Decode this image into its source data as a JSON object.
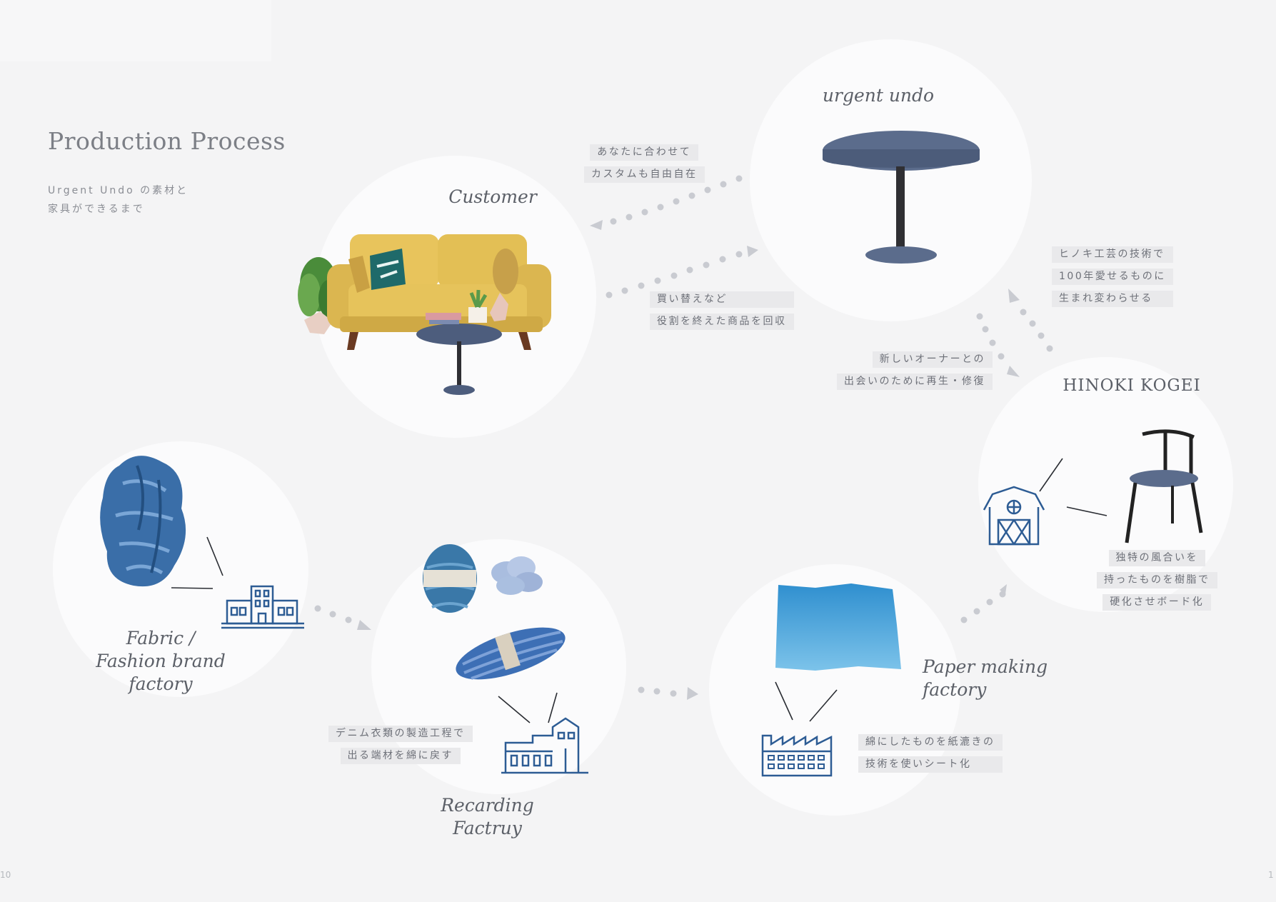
{
  "header": {
    "title": "Production Process",
    "subtitle_lines": [
      "Urgent Undo の素材と",
      "家具ができるまで"
    ]
  },
  "nodes": {
    "urgent_undo": {
      "label": "urgent undo"
    },
    "customer": {
      "label": "Customer"
    },
    "hinoki": {
      "label": "HINOKI KOGEI"
    },
    "fabric": {
      "label_lines": [
        "Fabric /",
        "Fashion brand",
        "factory"
      ]
    },
    "recarding": {
      "label_lines": [
        "Recarding",
        "Factruy"
      ]
    },
    "paper": {
      "label_lines": [
        "Paper making",
        "factory"
      ]
    }
  },
  "notes": {
    "custom": [
      "あなたに合わせて",
      "カスタムも自由自在"
    ],
    "collect": [
      "買い替えなど",
      "役割を終えた商品を回収"
    ],
    "hinoki_tech": [
      "ヒノキ工芸の技術で",
      "100年愛せるものに",
      "生まれ変わらせる"
    ],
    "new_owner": [
      "新しいオーナーとの",
      "出会いのために再生・修復"
    ],
    "board": [
      "独特の風合いを",
      "持ったものを樹脂で",
      "硬化させボード化"
    ],
    "denim": [
      "デニム衣類の製造工程で",
      "出る端材を綿に戻す"
    ],
    "paper_tech": [
      "綿にしたものを紙漉きの",
      "技術を使いシート化"
    ]
  },
  "page_numbers": {
    "left": "10",
    "right": "1"
  },
  "colors": {
    "background": "#f4f4f5",
    "circle": "#fbfbfc",
    "arrow": "#c9cbd1",
    "icon_blue": "#2d5c94",
    "tabletop": "#5b6c8c",
    "sofa": "#e3c25c",
    "denim": "#3a6ea8",
    "paper_blue": "#4aa2d6"
  },
  "icons": [
    "office-building-icon",
    "small-factory-icon",
    "factory-icon",
    "barn-icon"
  ]
}
